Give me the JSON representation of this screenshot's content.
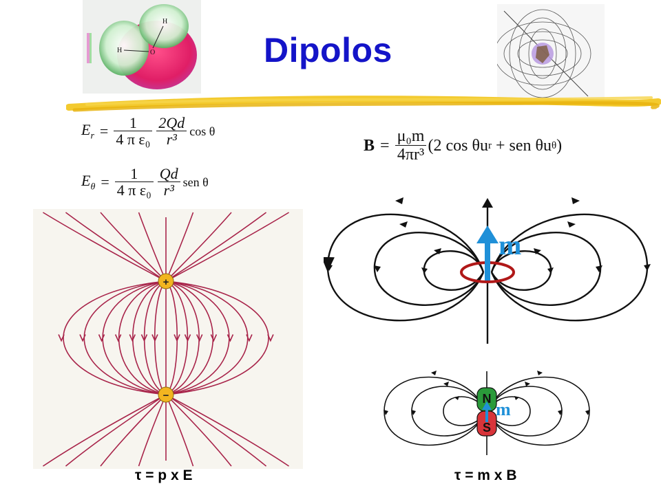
{
  "slide": {
    "title": "Dipolos",
    "molecule_labels": {
      "h_top": "H",
      "h_left": "H",
      "o": "O"
    },
    "electric": {
      "er_lhs": "E",
      "er_sub": "r",
      "er_num1": "1",
      "er_den1": "4 π ε₀",
      "er_num2": "2Qd",
      "er_den2": "r³",
      "er_trig": "cos θ",
      "ep_lhs": "E",
      "ep_sub": "θ",
      "ep_num1": "1",
      "ep_den1": "4 π ε₀",
      "ep_num2": "Qd",
      "ep_den2": "r³",
      "ep_trig": "sen θ"
    },
    "magnetic": {
      "lhs": "B",
      "num": "μ₀m",
      "den": "4πr³",
      "rhs": "(2 cos θu",
      "sub_r": "r",
      "plus": " + sen θu",
      "sub_t": "θ",
      "close": ")"
    },
    "electric_diagram": {
      "plus_label": "+",
      "minus_label": "−"
    },
    "loop_diagram": {
      "moment_label": "m"
    },
    "magnet_diagram": {
      "north_label": "N",
      "south_label": "S",
      "moment_label": "m"
    },
    "captions": {
      "left": "τ = p x E",
      "right": "τ = m x B"
    },
    "colors": {
      "title": "#1414c8",
      "highlight": "#f2c418",
      "field_lines_electric": "#a8244a",
      "moment_arrow": "#1f90d8",
      "loop": "#b01818"
    }
  }
}
